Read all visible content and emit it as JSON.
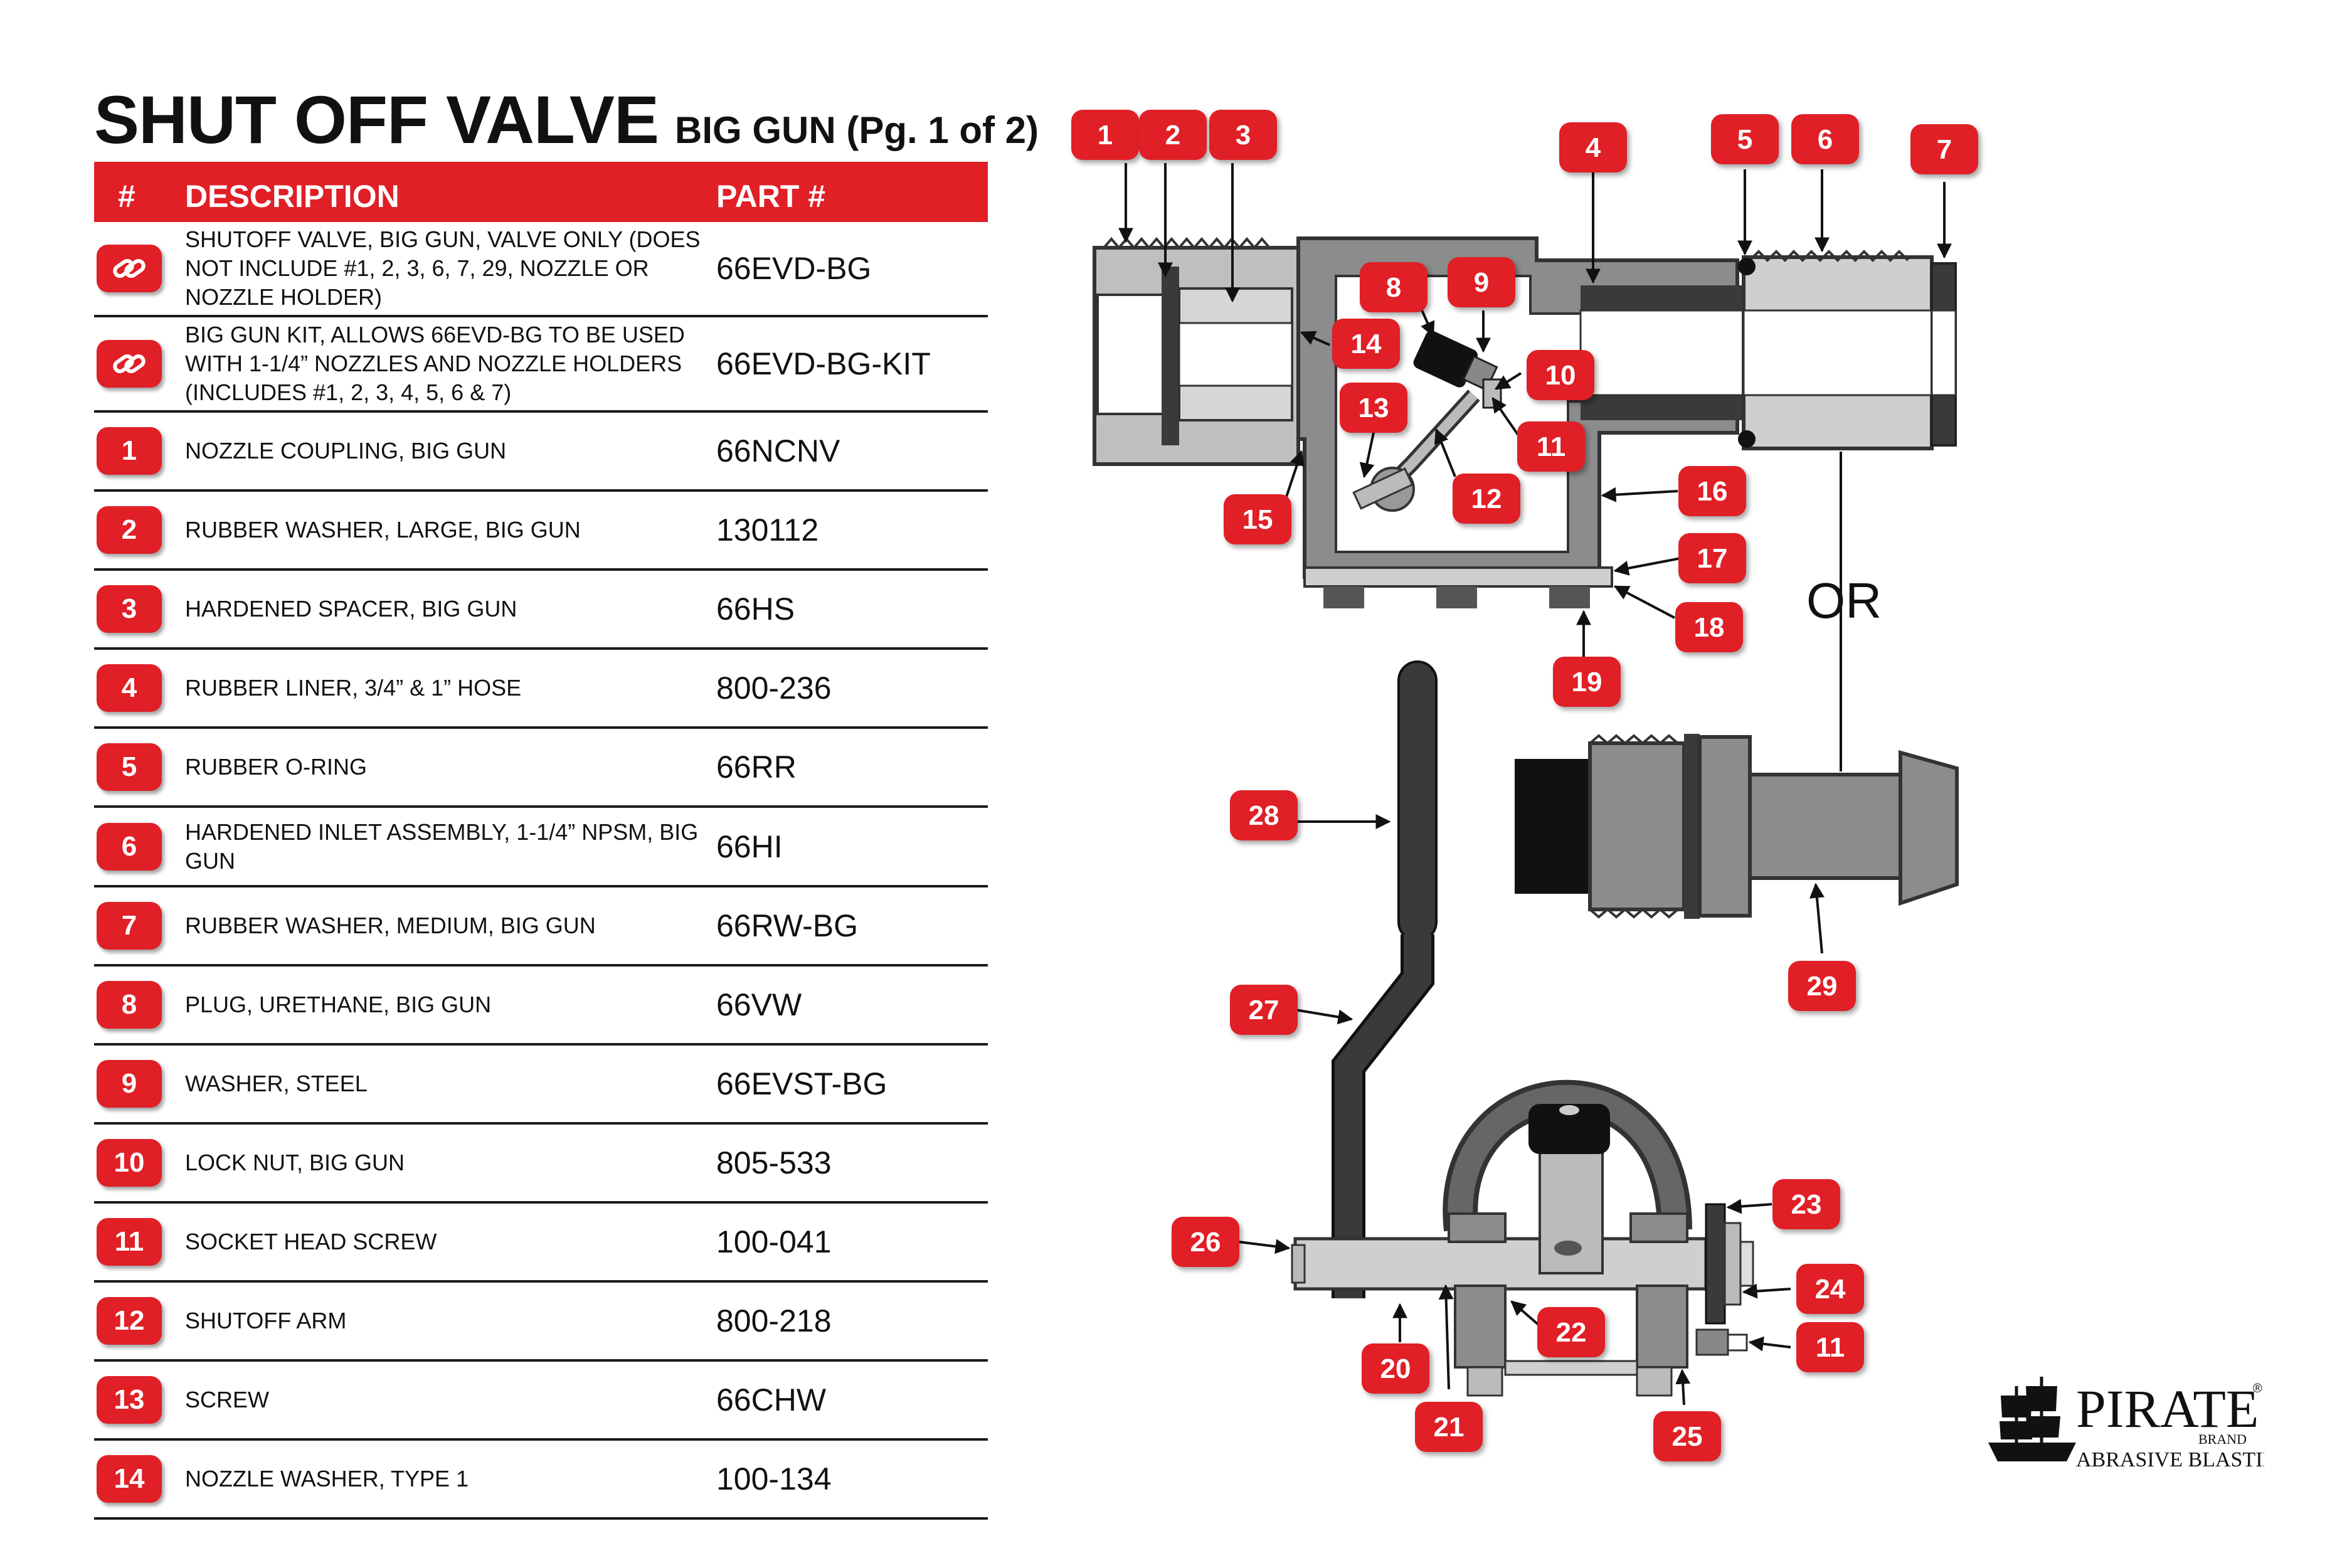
{
  "title": {
    "main": "SHUT OFF VALVE",
    "sub": "BIG GUN (Pg. 1 of 2)"
  },
  "table": {
    "headers": {
      "num": "#",
      "description": "DESCRIPTION",
      "part": "PART #"
    },
    "rows": [
      {
        "num": "",
        "icon": "link-icon",
        "description": "SHUTOFF VALVE, BIG GUN, VALVE ONLY (DOES NOT INCLUDE #1, 2, 3, 6, 7, 29, NOZZLE OR NOZZLE HOLDER)",
        "part": "66EVD-BG"
      },
      {
        "num": "",
        "icon": "link-icon",
        "description": "BIG GUN KIT, ALLOWS 66EVD-BG TO BE USED WITH 1-1/4” NOZZLES AND NOZZLE HOLDERS (INCLUDES #1, 2, 3, 4, 5, 6 & 7)",
        "part": "66EVD-BG-KIT"
      },
      {
        "num": "1",
        "description": "NOZZLE COUPLING, BIG GUN",
        "part": "66NCNV"
      },
      {
        "num": "2",
        "description": "RUBBER WASHER, LARGE, BIG GUN",
        "part": "130112"
      },
      {
        "num": "3",
        "description": "HARDENED SPACER, BIG GUN",
        "part": "66HS"
      },
      {
        "num": "4",
        "description": "RUBBER LINER, 3/4” & 1” HOSE",
        "part": "800-236"
      },
      {
        "num": "5",
        "description": "RUBBER O-RING",
        "part": "66RR"
      },
      {
        "num": "6",
        "description": "HARDENED INLET ASSEMBLY, 1-1/4” NPSM, BIG GUN",
        "part": "66HI"
      },
      {
        "num": "7",
        "description": "RUBBER WASHER, MEDIUM, BIG GUN",
        "part": "66RW-BG"
      },
      {
        "num": "8",
        "description": "PLUG, URETHANE, BIG GUN",
        "part": "66VW"
      },
      {
        "num": "9",
        "description": "WASHER, STEEL",
        "part": "66EVST-BG"
      },
      {
        "num": "10",
        "description": "LOCK NUT, BIG GUN",
        "part": "805-533"
      },
      {
        "num": "11",
        "description": "SOCKET HEAD SCREW",
        "part": "100-041"
      },
      {
        "num": "12",
        "description": "SHUTOFF ARM",
        "part": "800-218"
      },
      {
        "num": "13",
        "description": "SCREW",
        "part": "66CHW"
      },
      {
        "num": "14",
        "description": "NOZZLE WASHER, TYPE 1",
        "part": "100-134"
      }
    ]
  },
  "diagram": {
    "or_label": "OR",
    "callouts": [
      "1",
      "2",
      "3",
      "4",
      "5",
      "6",
      "7",
      "8",
      "9",
      "10",
      "11",
      "12",
      "13",
      "14",
      "15",
      "16",
      "17",
      "18",
      "19",
      "20",
      "21",
      "22",
      "23",
      "24",
      "25",
      "26",
      "27",
      "28",
      "29",
      "11"
    ]
  },
  "logo": {
    "brand": "PIRATE",
    "brand_suffix": "BRAND",
    "tagline": "ABRASIVE BLASTING",
    "registered": "®"
  },
  "colors": {
    "accent": "#e01f26",
    "dark_part": "#3a3a3a",
    "mid_part": "#8c8c8c",
    "light_part": "#cfcfcf"
  }
}
